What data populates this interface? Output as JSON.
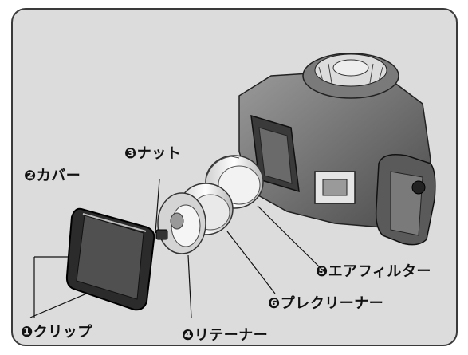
{
  "labels": {
    "clip": "❶クリップ",
    "cover": "❷カバー",
    "nut": "❸ナット",
    "retainer": "❹リテーナー",
    "air_filter": "❺エアフィルター",
    "pre_cleaner": "❻プレクリーナー"
  }
}
